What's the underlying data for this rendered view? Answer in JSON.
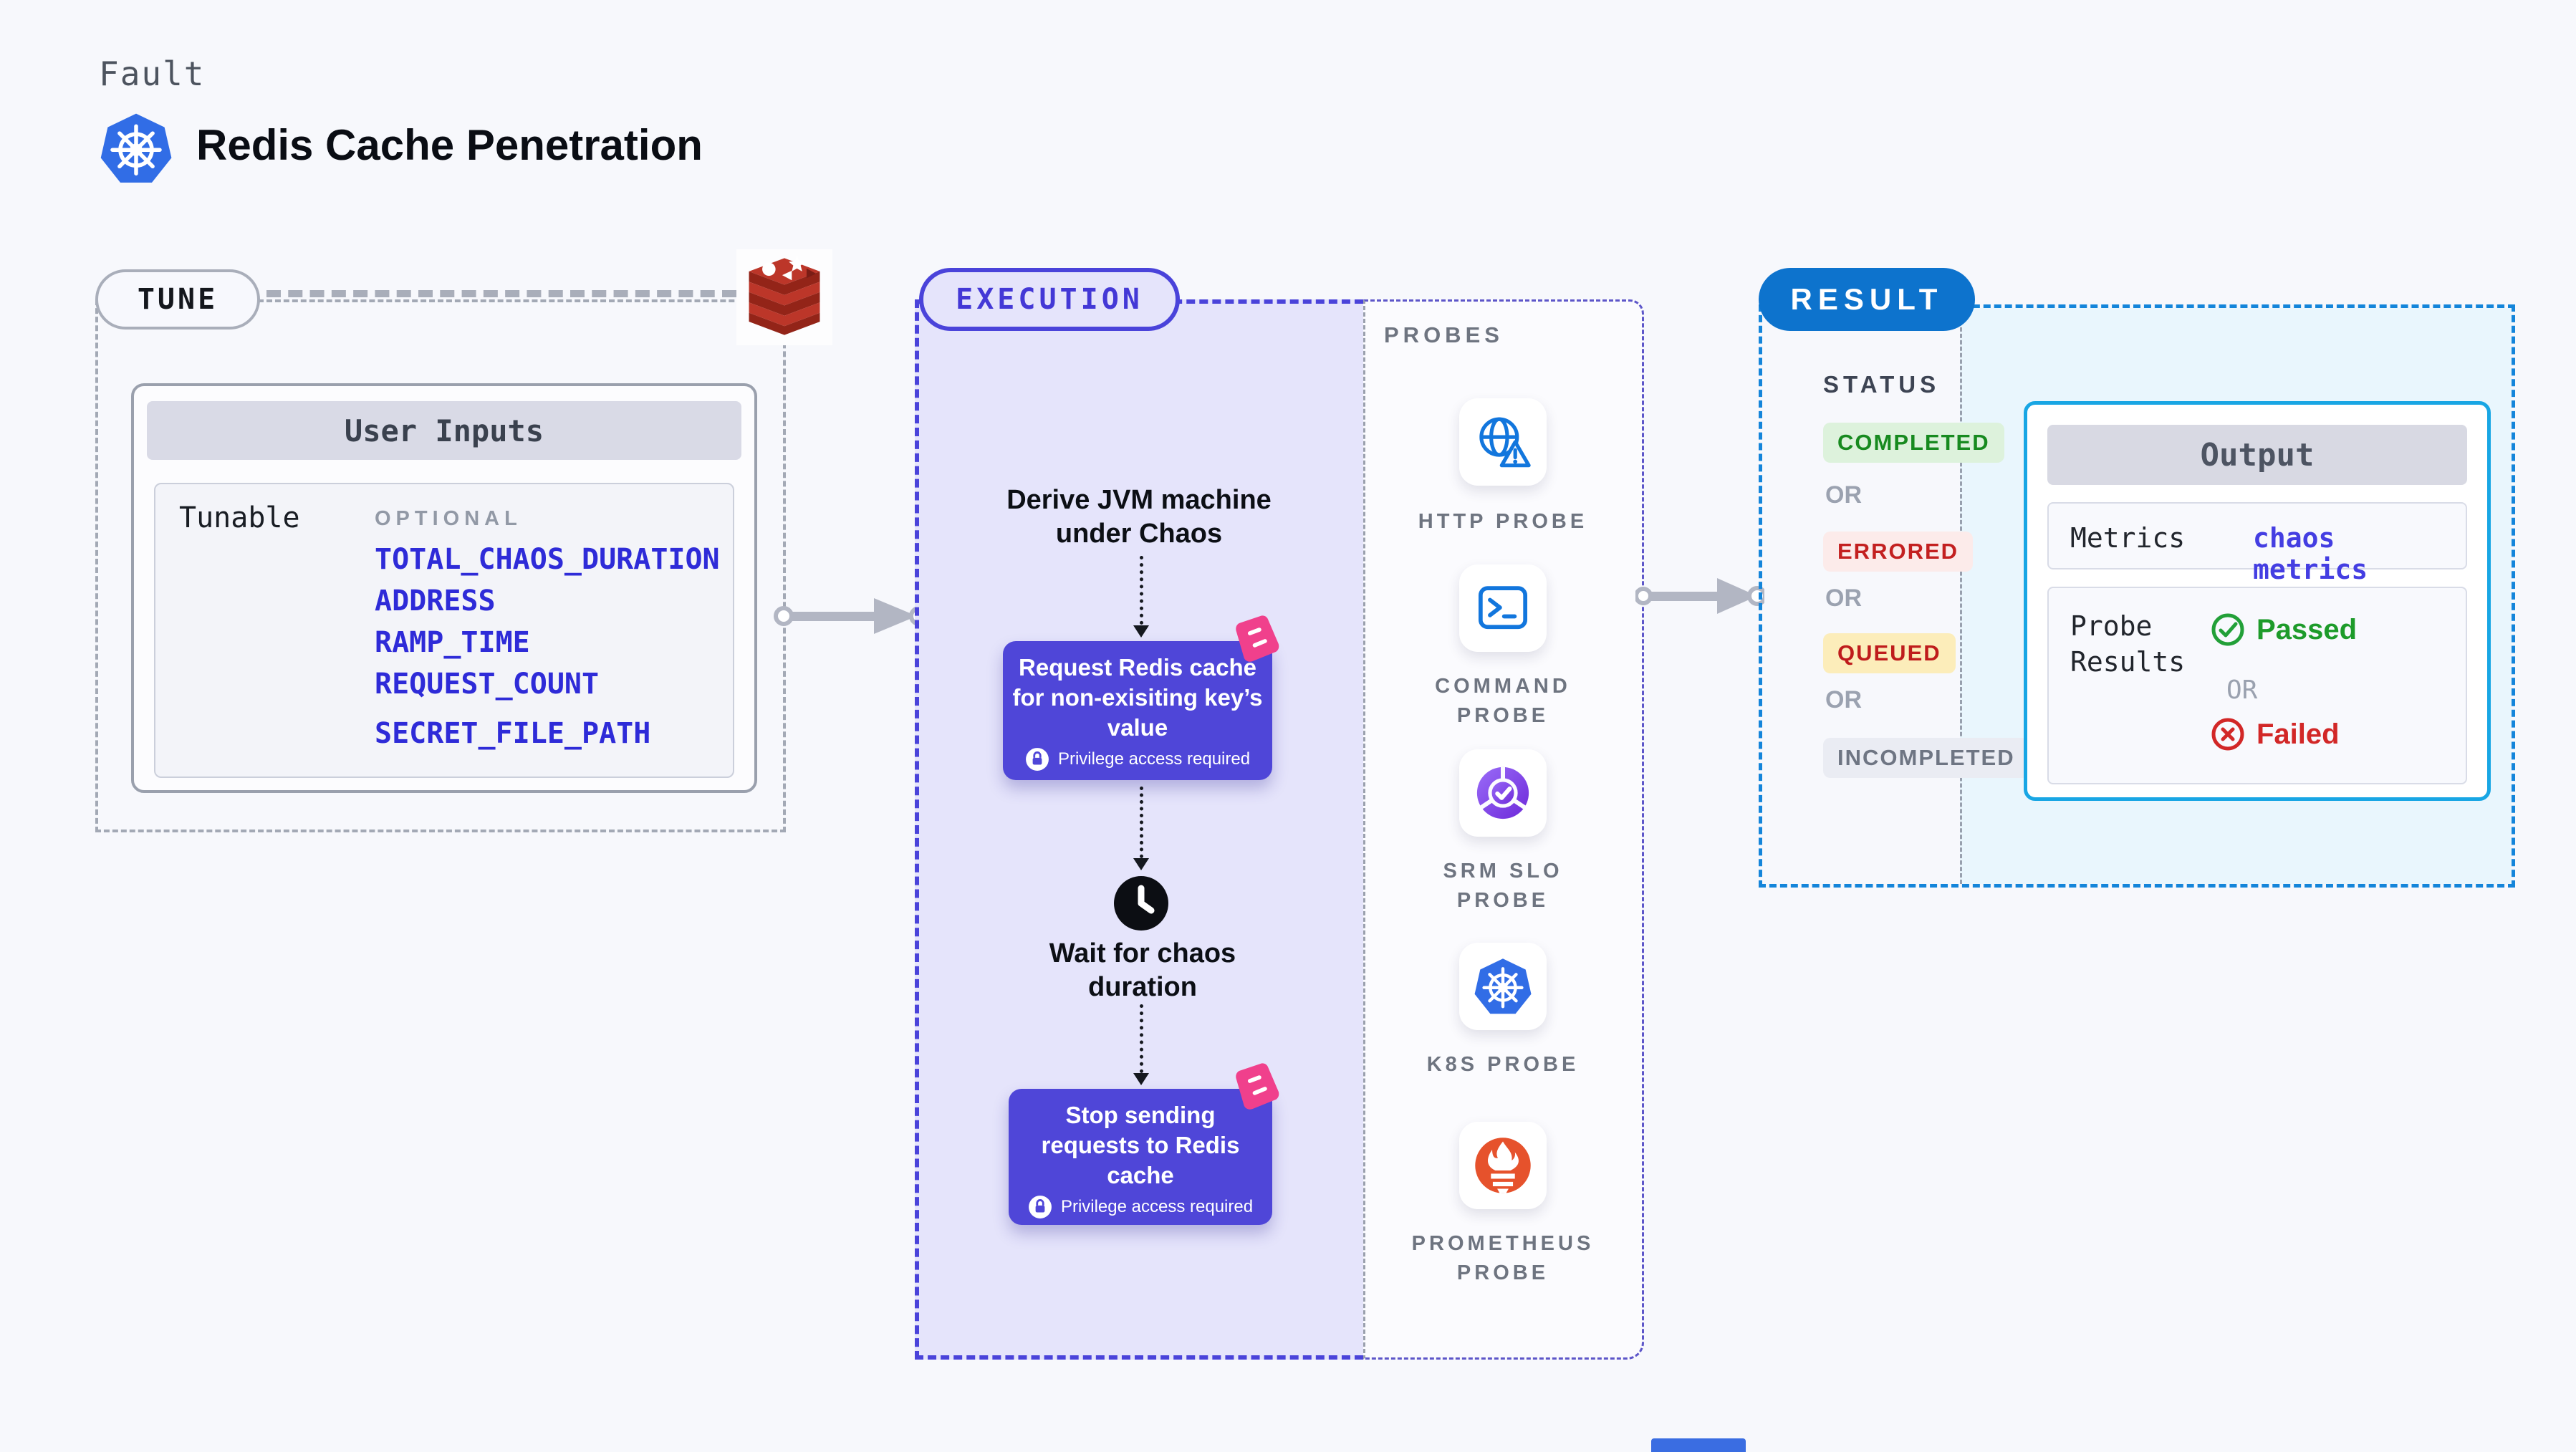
{
  "header": {
    "eyebrow": "Fault",
    "title": "Redis Cache Penetration",
    "title_icon": "kubernetes-icon"
  },
  "tune": {
    "label": "TUNE",
    "service_icon": "redis-icon",
    "card": {
      "title": "User Inputs",
      "row_label": "Tunable",
      "badge": "OPTIONAL",
      "inputs": [
        "TOTAL_CHAOS_DURATION",
        "ADDRESS",
        "RAMP_TIME",
        "REQUEST_COUNT",
        "SECRET_FILE_PATH"
      ]
    }
  },
  "execution": {
    "label": "EXECUTION",
    "steps": [
      {
        "type": "text",
        "text": "Derive JVM machine under Chaos"
      },
      {
        "type": "action",
        "text": "Request Redis cache for non-exisiting key’s value",
        "note": "Privilege access required",
        "badge_icon": "chaos-sticker-icon",
        "note_icon": "lock-icon"
      },
      {
        "type": "wait",
        "text": "Wait for chaos duration",
        "icon": "clock-icon"
      },
      {
        "type": "action",
        "text": "Stop sending requests to Redis cache",
        "note": "Privilege access required",
        "badge_icon": "chaos-sticker-icon",
        "note_icon": "lock-icon"
      }
    ]
  },
  "probes": {
    "label": "PROBES",
    "items": [
      {
        "label": "HTTP PROBE",
        "icon": "globe-alert-icon"
      },
      {
        "label": "COMMAND PROBE",
        "icon": "terminal-icon"
      },
      {
        "label": "SRM SLO PROBE",
        "icon": "slo-pie-check-icon"
      },
      {
        "label": "K8S PROBE",
        "icon": "kubernetes-icon"
      },
      {
        "label": "PROMETHEUS PROBE",
        "icon": "prometheus-icon"
      }
    ]
  },
  "result": {
    "label": "RESULT",
    "status_heading": "STATUS",
    "or_label": "OR",
    "statuses": [
      {
        "label": "COMPLETED",
        "color": "#178a1f",
        "background": "#ddf2dc"
      },
      {
        "label": "ERRORED",
        "color": "#c32020",
        "background": "#fcebea"
      },
      {
        "label": "QUEUED",
        "color": "#bf1c1c",
        "background": "#fcedba"
      },
      {
        "label": "INCOMPLETED",
        "color": "#6e7583",
        "background": "#eaecf3"
      }
    ],
    "output": {
      "title": "Output",
      "metrics_label": "Metrics",
      "metrics_value": "chaos metrics",
      "probe_results_label": "Probe Results",
      "passed_label": "Passed",
      "or_label": "OR",
      "failed_label": "Failed",
      "passed_icon": "check-circle-icon",
      "failed_icon": "x-circle-icon"
    }
  },
  "colors": {
    "page_background": "#f7f8fc",
    "indigo_accent": "#4a43da",
    "indigo_box": "#4f46d8",
    "lavender_fill": "#e5e4fb",
    "result_blue": "#0d73cd",
    "result_dash_blue": "#1485da",
    "result_cyan_fill": "#e9f6fd",
    "output_border_cyan": "#18a6e4",
    "gray_dash": "#a3a9b5",
    "arrow_gray": "#b2b6c3",
    "input_link_blue": "#2e2bd8",
    "pink_sticker": "#f0408c",
    "redis_red": "#bc3629",
    "kubernetes_blue": "#316de6",
    "prometheus_orange": "#e6522c"
  }
}
